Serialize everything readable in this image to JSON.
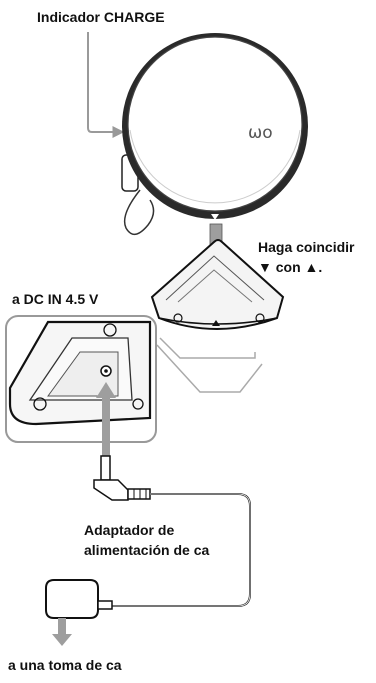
{
  "labels": {
    "charge_indicator": "Indicador CHARGE",
    "align_line1": "Haga coincidir",
    "align_line2": "▼ con ▲.",
    "dc_in": "a DC IN 4.5 V",
    "adapter_line1": "Adaptador de",
    "adapter_line2": "alimentación de ca",
    "outlet": "a una toma de ca"
  },
  "player": {
    "logo_icon": "walkman-logo-icon"
  }
}
